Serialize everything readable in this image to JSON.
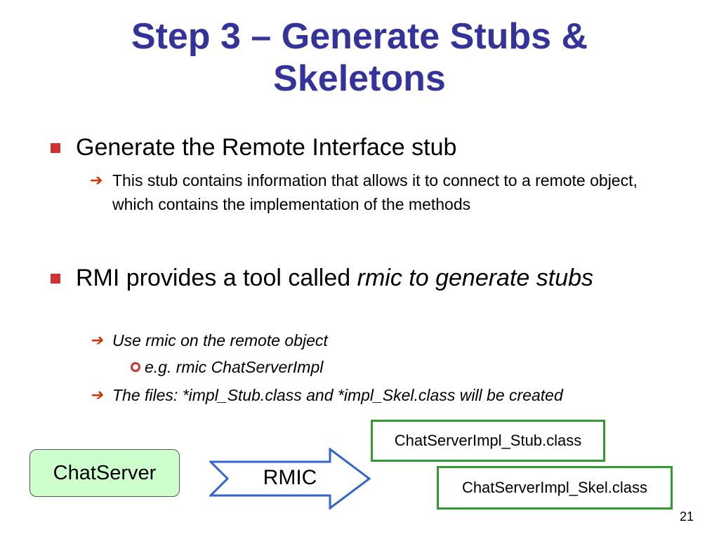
{
  "slide": {
    "title_line1": "Step 3 – Generate Stubs &",
    "title_line2": "Skeletons",
    "bullets": [
      {
        "text": "Generate the Remote Interface stub",
        "subs": [
          {
            "text": "This stub contains information that allows it to connect to a remote object, which contains the implementation of the methods"
          }
        ]
      },
      {
        "text_plain": "RMI provides a tool called ",
        "text_italic": "rmic to generate stubs",
        "subs": [
          {
            "text": "Use rmic on the remote object",
            "subsubs": [
              {
                "text": "e.g. rmic ChatServerImpl"
              }
            ]
          },
          {
            "text": "The files: *impl_Stub.class and *impl_Skel.class will be created"
          }
        ]
      }
    ],
    "diagram": {
      "source": "ChatServer",
      "arrow_label": "RMIC",
      "outputs": [
        "ChatServerImpl_Stub.class",
        "ChatServerImpl_Skel.class"
      ]
    },
    "page_number": "21"
  }
}
